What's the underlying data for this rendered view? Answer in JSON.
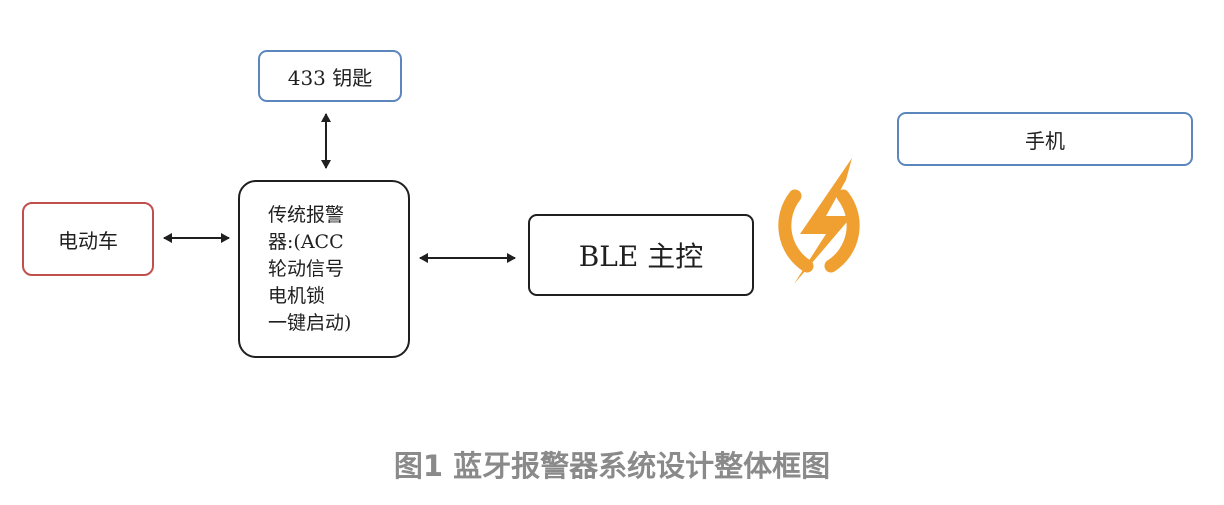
{
  "nodes": {
    "key": "433 钥匙",
    "phone": "手机",
    "ev": "电动车",
    "alarm_lines": [
      "传统报警",
      "器:(ACC",
      "轮动信号",
      "电机锁",
      "一键启动)"
    ],
    "ble": "BLE 主控"
  },
  "icons": {
    "wireless": "lightning-bolt-icon"
  },
  "colors": {
    "blue_border": "#5b87bd",
    "red_border": "#c0504d",
    "bolt": "#f0a030",
    "caption": "#8a8a8a"
  },
  "caption": "图1 蓝牙报警器系统设计整体框图"
}
